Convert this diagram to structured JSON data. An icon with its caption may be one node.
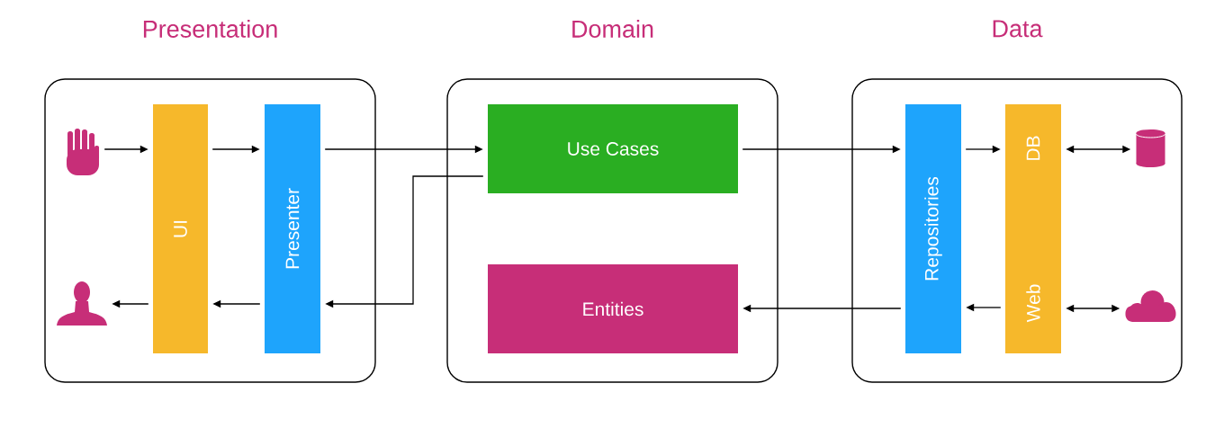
{
  "diagram": {
    "nodes": [
      {
        "text": [
          "Presentation"
        ]
      },
      {
        "text": [],
        "shape": "hand",
        "in": 0
      },
      {
        "text": [],
        "shape": "person",
        "in": 0
      },
      {
        "text": [
          "UI"
        ],
        "in": 0
      },
      {
        "text": [
          "Presenter"
        ],
        "in": 0
      },
      {
        "text": [
          "Domain"
        ]
      },
      {
        "text": [
          "Use Cases"
        ],
        "in": 5
      },
      {
        "text": [
          "Entities"
        ],
        "in": 5
      },
      {
        "text": [
          "Data"
        ]
      },
      {
        "text": [
          "Repositories"
        ],
        "in": 8
      },
      {
        "text": [
          "DB",
          "Web"
        ],
        "in": 8
      },
      {
        "text": [],
        "shape": "cylinder",
        "in": 8
      },
      {
        "text": [],
        "shape": "cloud",
        "in": 8
      }
    ],
    "edges": [
      {
        "from": 1,
        "to": 3,
        "arrow": "to"
      },
      {
        "from": 3,
        "to": 4,
        "arrow": "to"
      },
      {
        "from": 4,
        "to": 6,
        "arrow": "to"
      },
      {
        "from": 6,
        "to": 4,
        "arrow": "to"
      },
      {
        "from": 6,
        "to": 9,
        "arrow": "to"
      },
      {
        "from": 9,
        "to": 10,
        "arrow": "to"
      },
      {
        "from": 10,
        "to": 11,
        "arrow": "both"
      },
      {
        "from": 4,
        "to": 3,
        "arrow": "to"
      },
      {
        "from": 3,
        "to": 2,
        "arrow": "to"
      },
      {
        "from": 9,
        "to": 7,
        "arrow": "to"
      },
      {
        "from": 10,
        "to": 9,
        "arrow": "to"
      },
      {
        "from": 10,
        "to": 12,
        "arrow": "both"
      }
    ]
  }
}
